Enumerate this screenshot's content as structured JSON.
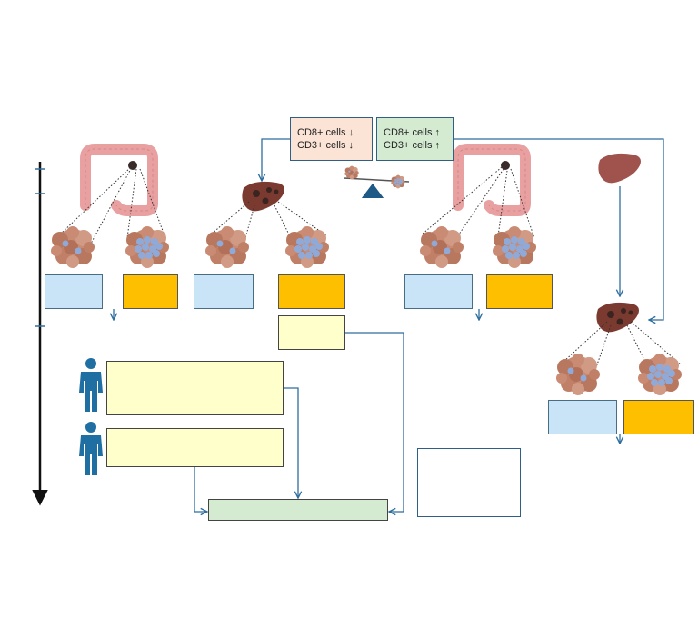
{
  "balance": {
    "low": {
      "cd8": "CD8+ cells ↓",
      "cd3": "CD3+ cells ↓",
      "bg": "#fbe3d6"
    },
    "high": {
      "cd8": "CD8+ cells ↑",
      "cd3": "CD3+ cells ↑",
      "bg": "#d4ebd2"
    }
  },
  "colors": {
    "arrow": "#2e6e9e",
    "timeline": "#111111",
    "colon": "#e8a0a0",
    "liver": "#a0524d",
    "person": "#1f6fa3",
    "tumor_cell": "#c98b73",
    "immune_cell": "#8faad8"
  },
  "icons": [
    "colon-icon",
    "liver-icon",
    "person-icon",
    "tumor-cell-icon",
    "immune-cell-icon",
    "balance-scale-icon"
  ]
}
